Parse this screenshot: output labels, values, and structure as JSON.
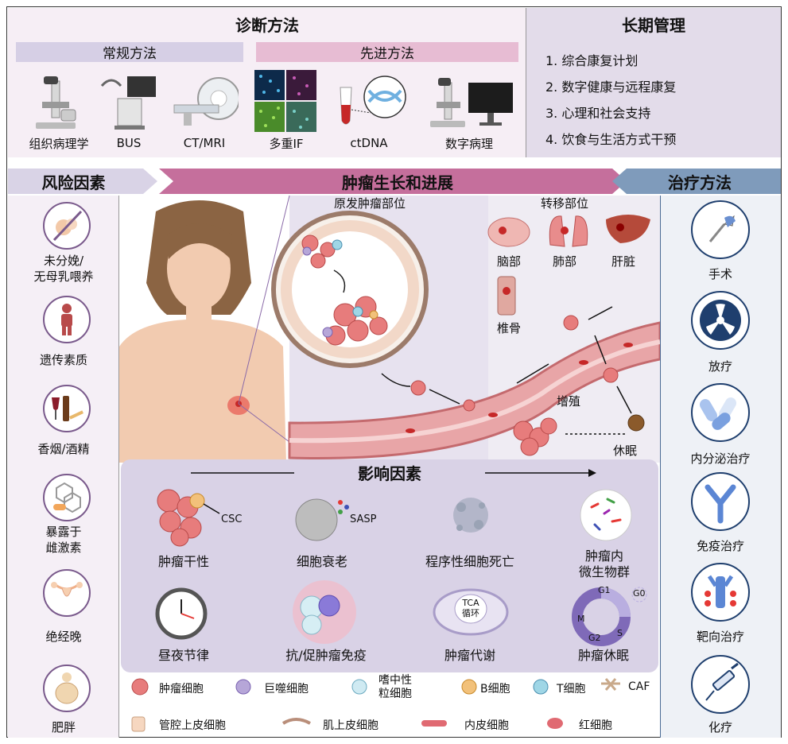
{
  "diagnosis": {
    "title": "诊断方法",
    "conventional": {
      "header": "常规方法",
      "items": [
        "组织病理学",
        "BUS",
        "CT/MRI"
      ]
    },
    "advanced": {
      "header": "先进方法",
      "items": [
        "多重IF",
        "ctDNA",
        "数字病理"
      ]
    }
  },
  "long_term": {
    "title": "长期管理",
    "items": [
      "1. 综合康复计划",
      "2. 数字健康与远程康复",
      "3. 心理和社会支持",
      "4. 饮食与生活方式干预"
    ]
  },
  "risk": {
    "title": "风险因素",
    "items": [
      {
        "label": [
          "未分娩/",
          "无母乳喂养"
        ],
        "icon": "no-breastfeeding-icon"
      },
      {
        "label": [
          "遗传素质"
        ],
        "icon": "genetics-person-icon"
      },
      {
        "label": [
          "香烟/酒精"
        ],
        "icon": "tobacco-alcohol-icon"
      },
      {
        "label": [
          "暴露于",
          "雌激素"
        ],
        "icon": "estrogen-icon"
      },
      {
        "label": [
          "绝经晚"
        ],
        "icon": "uterus-icon"
      },
      {
        "label": [
          "肥胖"
        ],
        "icon": "obesity-icon"
      }
    ]
  },
  "growth": {
    "title": "肿瘤生长和进展",
    "primary_site": "原发肿瘤部位",
    "metastasis": {
      "title": "转移部位",
      "sites": [
        "脑部",
        "肺部",
        "肝脏",
        "椎骨"
      ]
    },
    "proliferation": "增殖",
    "dormancy": "休眠"
  },
  "treatment": {
    "title": "治疗方法",
    "items": [
      {
        "label": "手术",
        "icon": "scalpel-icon"
      },
      {
        "label": "放疗",
        "icon": "radiation-icon"
      },
      {
        "label": "内分泌治疗",
        "icon": "pill-capsule-icon"
      },
      {
        "label": "免疫治疗",
        "icon": "antibody-icon"
      },
      {
        "label": "靶向治疗",
        "icon": "targeted-receptor-icon"
      },
      {
        "label": "化疗",
        "icon": "syringe-icon"
      }
    ]
  },
  "factors": {
    "title": "影响因素",
    "row1": [
      "肿瘤干性",
      "细胞衰老",
      "程序性细胞死亡",
      "肿瘤内\n微生物群"
    ],
    "row2": [
      "昼夜节律",
      "抗/促肿瘤免疫",
      "肿瘤代谢",
      "肿瘤休眠"
    ],
    "csc": "CSC",
    "sasp": "SASP",
    "tca": "TCA\n循环",
    "cell_cycle": [
      "G1",
      "S",
      "G2",
      "M",
      "G0"
    ]
  },
  "legend": {
    "row1": [
      "肿瘤细胞",
      "巨噬细胞",
      "嗜中性\n粒细胞",
      "B细胞",
      "T细胞",
      "CAF"
    ],
    "row2": [
      "管腔上皮细胞",
      "肌上皮细胞",
      "内皮细胞",
      "红细胞"
    ]
  },
  "colors": {
    "diag_bg": "#f6eef5",
    "long_term_bg": "#e3dcea",
    "risk_arrow": "#d9d3e6",
    "growth_arrow": "#c56f9c",
    "treat_arrow": "#7f9bbb",
    "factors_bg": "#d9d2e6",
    "tumor_cell": "#e77c7c",
    "vessel": "#e8a5a7"
  }
}
